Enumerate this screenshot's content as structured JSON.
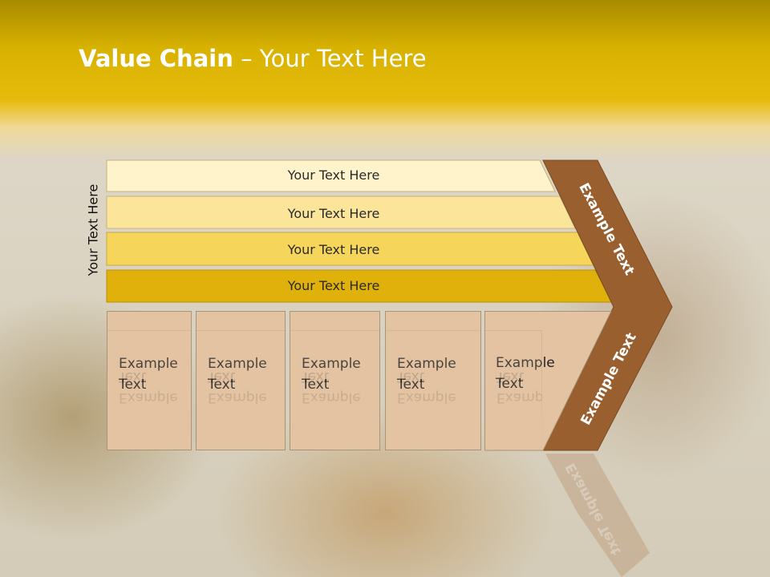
{
  "title": {
    "bold": "Value Chain",
    "rest": " – Your Text Here"
  },
  "side_label": "Your Text Here",
  "bars": [
    {
      "label": "Your Text Here",
      "color": "#fff3cc"
    },
    {
      "label": "Your Text Here",
      "color": "#fbe59a"
    },
    {
      "label": "Your Text Here",
      "color": "#f6d55b"
    },
    {
      "label": "Your Text Here",
      "color": "#dfb10a"
    }
  ],
  "boxes": [
    {
      "line1": "Example",
      "line2": "Text"
    },
    {
      "line1": "Example",
      "line2": "Text"
    },
    {
      "line1": "Example",
      "line2": "Text"
    },
    {
      "line1": "Example",
      "line2": "Text"
    },
    {
      "line1": "Example",
      "line2": "Text"
    }
  ],
  "chevron": {
    "upper": "Example Text",
    "lower": "Example Text",
    "color": "#9a5f2f"
  },
  "colors": {
    "box_fill": "#e3c3a2",
    "title_text": "#ffffff"
  }
}
